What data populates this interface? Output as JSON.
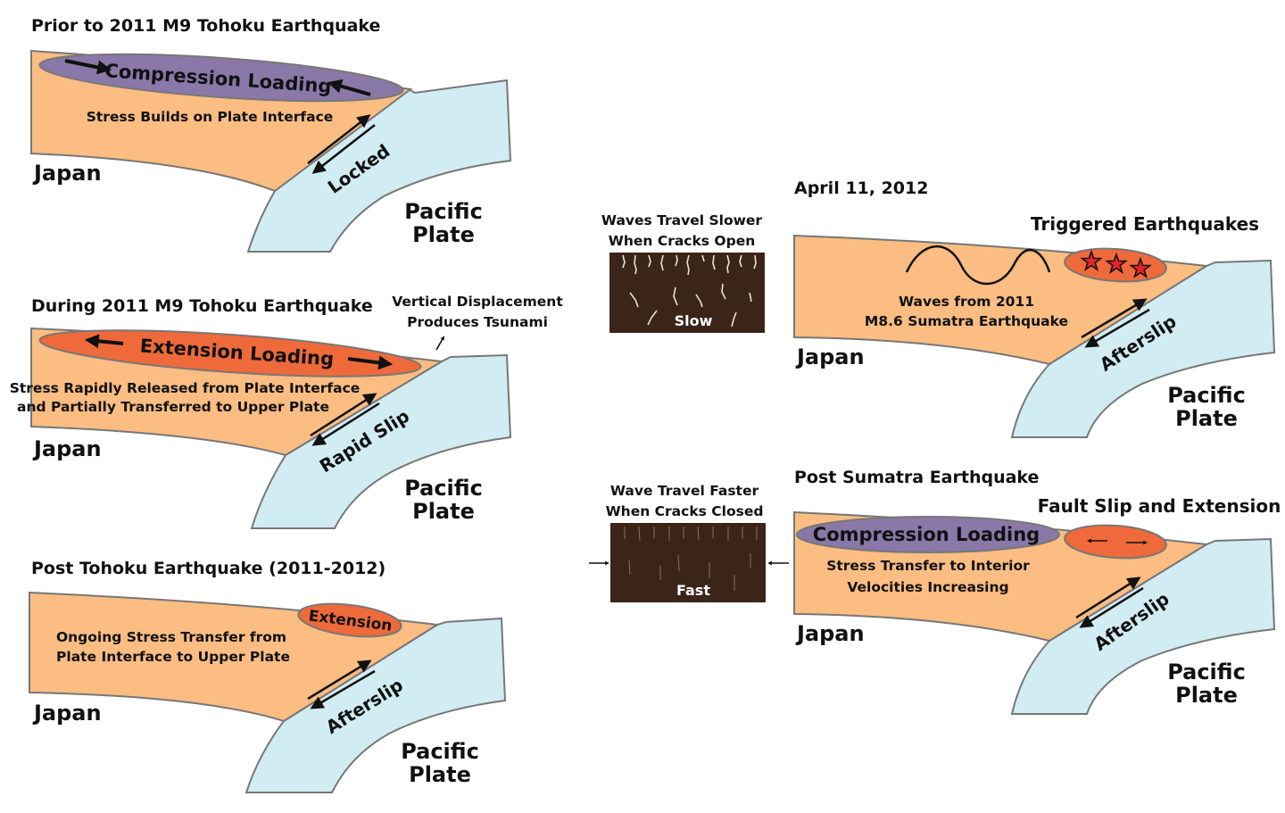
{
  "colors": {
    "upper_plate": "#fbbd82",
    "pacific_plate": "#d2ecf3",
    "compression": "#8a78a9",
    "extension": "#ef6a3a",
    "crust_box": "#3b2418",
    "outline": "#777777",
    "star": "#e8242a"
  },
  "icons": {
    "star": "star-icon",
    "arrow": "arrow-icon",
    "wave": "sine-wave"
  },
  "panel1": {
    "title": "Prior to 2011 M9 Tohoku Earthquake",
    "loading": "Compression Loading",
    "caption": "Stress Builds on Plate Interface",
    "slip": "Locked",
    "japan": "Japan",
    "pacific1": "Pacific",
    "pacific2": "Plate"
  },
  "panel2": {
    "title": "During 2011 M9 Tohoku Earthquake",
    "tsunami1": "Vertical Displacement",
    "tsunami2": "Produces Tsunami",
    "loading": "Extension Loading",
    "caption1": "Stress Rapidly Released from Plate Interface",
    "caption2": "and Partially Transferred to Upper Plate",
    "slip": "Rapid Slip",
    "japan": "Japan",
    "pacific1": "Pacific",
    "pacific2": "Plate"
  },
  "panel3": {
    "title": "Post Tohoku Earthquake (2011-2012)",
    "loading": "Extension",
    "caption1": "Ongoing Stress Transfer from",
    "caption2": "Plate Interface to Upper Plate",
    "slip": "Afterslip",
    "japan": "Japan",
    "pacific1": "Pacific",
    "pacific2": "Plate"
  },
  "panel4": {
    "title": "April 11, 2012",
    "triggered": "Triggered Earthquakes",
    "caption1": "Waves from 2011",
    "caption2": "M8.6 Sumatra Earthquake",
    "slip": "Afterslip",
    "japan": "Japan",
    "pacific1": "Pacific",
    "pacific2": "Plate"
  },
  "panel5": {
    "title": "Post Sumatra Earthquake",
    "fault": "Fault Slip and Extension",
    "loading": "Compression Loading",
    "caption1": "Stress Transfer to Interior",
    "caption2": "Velocities Increasing",
    "slip": "Afterslip",
    "japan": "Japan",
    "pacific1": "Pacific",
    "pacific2": "Plate"
  },
  "slow_box": {
    "heading1": "Waves Travel Slower",
    "heading2": "When Cracks Open",
    "label": "Slow"
  },
  "fast_box": {
    "heading1": "Wave Travel Faster",
    "heading2": "When Cracks Closed",
    "label": "Fast"
  }
}
